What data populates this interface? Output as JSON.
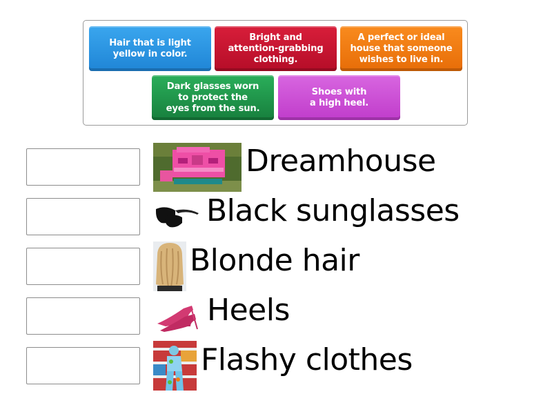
{
  "bank": {
    "cards": [
      {
        "text": "Hair that is light\nyellow in color.",
        "color": "#2f97e0"
      },
      {
        "text": "Bright and\nattention-grabbing\nclothing.",
        "color": "#c8102e"
      },
      {
        "text": "A perfect or ideal\nhouse that someone\nwishes to live in.",
        "color": "#f07c10"
      },
      {
        "text": "Dark glasses worn\nto protect the\neyes from the sun.",
        "color": "#1f9e4e"
      },
      {
        "text": "Shoes with\na high heel.",
        "color": "#cc44d6"
      }
    ]
  },
  "rows": [
    {
      "label": "Dreamhouse",
      "image": "pink-dreamhouse-image"
    },
    {
      "label": "Black sunglasses",
      "image": "black-sunglasses-image"
    },
    {
      "label": "Blonde hair",
      "image": "blonde-hair-image"
    },
    {
      "label": "Heels",
      "image": "pink-heels-image"
    },
    {
      "label": "Flashy clothes",
      "image": "flashy-clothes-image"
    }
  ]
}
